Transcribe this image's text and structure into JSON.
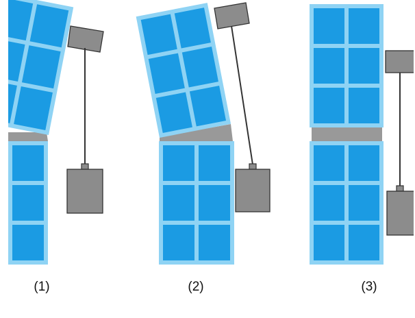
{
  "figures": [
    {
      "caption": "(1)"
    },
    {
      "caption": "(2)"
    },
    {
      "caption": "(3)"
    }
  ],
  "colors": {
    "panel_fill": "#1b9be3",
    "panel_border": "#8fd3f4",
    "joint": "#999999",
    "weight_fill": "#8c8c8c",
    "weight_stroke": "#333333",
    "wire": "#333333"
  }
}
